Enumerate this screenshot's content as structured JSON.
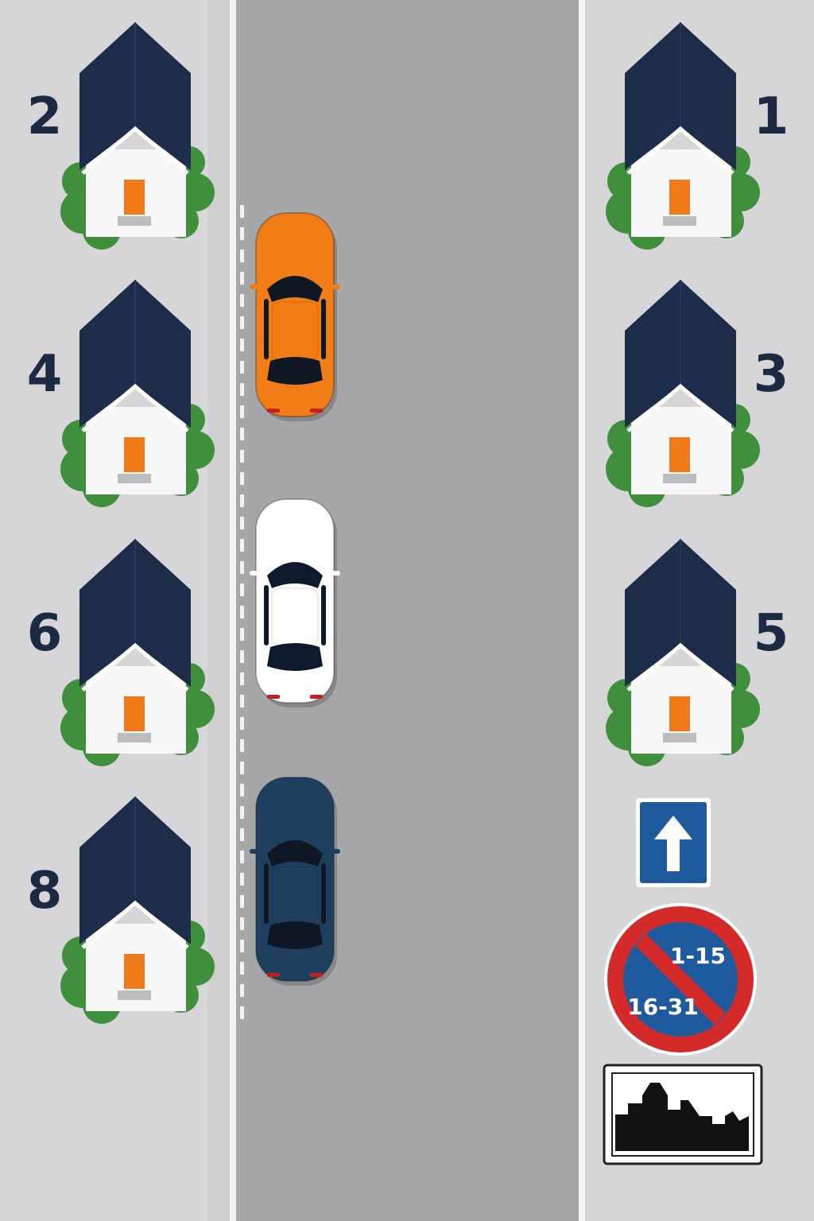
{
  "houses": [
    {
      "number": "1",
      "side": "right"
    },
    {
      "number": "2",
      "side": "left"
    },
    {
      "number": "3",
      "side": "right"
    },
    {
      "number": "4",
      "side": "left"
    },
    {
      "number": "5",
      "side": "right"
    },
    {
      "number": "6",
      "side": "left"
    },
    {
      "number": "8",
      "side": "left"
    }
  ],
  "cars": [
    {
      "color": "#f07d16",
      "name": "orange-car"
    },
    {
      "color": "#ffffff",
      "name": "white-car"
    },
    {
      "color": "#1f3f5f",
      "name": "dark-blue-car"
    }
  ],
  "signs": {
    "one_way": {
      "icon": "up-arrow-icon",
      "color": "#1f5a9c"
    },
    "no_parking": {
      "top_text": "1-15",
      "bottom_text": "16-31",
      "ring_color": "#d42a2a",
      "fill_color": "#1f5a9c"
    },
    "built_up_area": {
      "icon": "town-skyline-icon"
    }
  },
  "colors": {
    "road": "#a7a7a9",
    "sidewalk": "#d6d6d8",
    "roof": "#1d2c48",
    "door": "#ef7b1a",
    "bush": "#3f8f3d"
  }
}
